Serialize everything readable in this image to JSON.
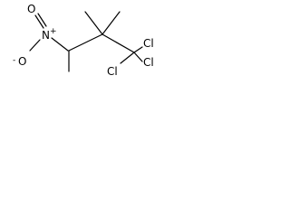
{
  "molecule": {
    "atoms": {
      "o_double": "O",
      "n_nitro": "N",
      "n_charge": "+",
      "o_single": "O",
      "o_charge": "-",
      "cl_top": "Cl",
      "cl_right": "Cl",
      "cl_bottom": "Cl"
    }
  }
}
